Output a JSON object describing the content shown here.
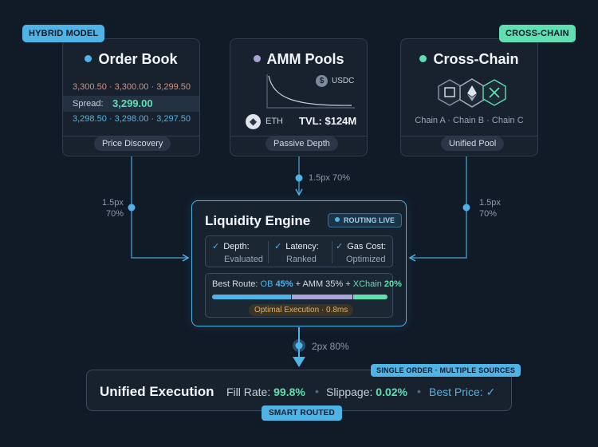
{
  "tags": {
    "hybrid_model": "HYBRID MODEL",
    "cross_chain": "CROSS-CHAIN"
  },
  "order_book": {
    "title": "Order Book",
    "asks": "3,300.50 · 3,300.00 · 3,299.50",
    "spread_label": "Spread:",
    "spread_value": "3,299.00",
    "bids": "3,298.50 · 3,298.00 · 3,297.50",
    "footer": "Price Discovery"
  },
  "amm": {
    "title": "AMM Pools",
    "token_a": "USDC",
    "token_b": "ETH",
    "tvl": "TVL: $124M",
    "footer": "Passive Depth"
  },
  "cross_chain": {
    "title": "Cross-Chain",
    "chains": "Chain A · Chain B · Chain C",
    "footer": "Unified Pool"
  },
  "connectors": {
    "left_label_1": "1.5px",
    "left_label_2": "70%",
    "center_label": "1.5px 70%",
    "right_label_1": "1.5px",
    "right_label_2": "70%",
    "bottom_label": "2px 80%"
  },
  "engine": {
    "title": "Liquidity Engine",
    "status": "ROUTING LIVE",
    "metrics": [
      {
        "label": "Depth:",
        "value": "Evaluated"
      },
      {
        "label": "Latency:",
        "value": "Ranked"
      },
      {
        "label": "Gas Cost:",
        "value": "Optimized"
      }
    ],
    "route_prefix": "Best Route: ",
    "route_ob": "OB ",
    "route_ob_pct": "45%",
    "route_amm": " + AMM 35% + ",
    "route_xchain": "XChain ",
    "route_xchain_pct": "20%",
    "route_split": {
      "ob": 45,
      "amm": 35,
      "xchain": 20
    },
    "optimal": "Optimal Execution · 0.8ms"
  },
  "execution": {
    "title": "Unified Execution",
    "tag": "SINGLE ORDER · MULTIPLE SOURCES",
    "fill_label": "Fill Rate: ",
    "fill_value": "99.8%",
    "slippage_label": "Slippage: ",
    "slippage_value": "0.02%",
    "best_price": "Best Price:",
    "badge": "SMART ROUTED"
  },
  "colors": {
    "accent_blue": "#4fb3e6",
    "accent_green": "#5fe0b0",
    "accent_purple": "#a9a3d6",
    "ask_red": "#d48f80",
    "optimal_gold": "#e3b06b"
  }
}
